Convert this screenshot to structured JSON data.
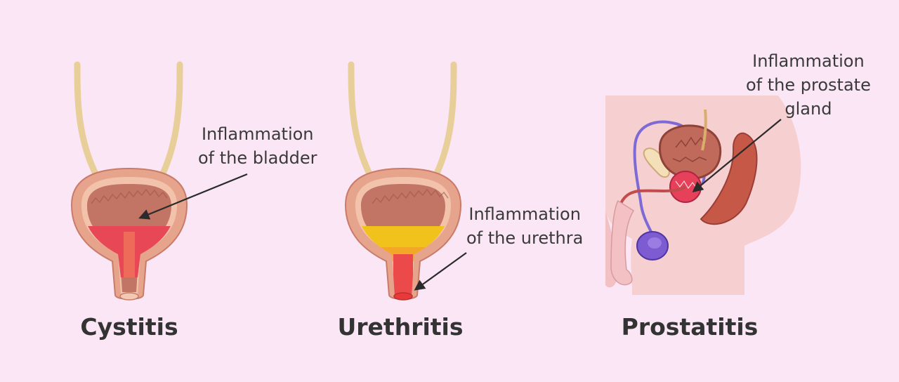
{
  "panels": [
    {
      "title": "Cystitis",
      "annotation": [
        "Inflammation",
        "of the bladder"
      ]
    },
    {
      "title": "Urethritis",
      "annotation": [
        "Inflammation",
        "of the urethra"
      ]
    },
    {
      "title": "Prostatitis",
      "annotation": [
        "Inflammation",
        "of the prostate",
        "gland"
      ]
    }
  ],
  "colors": {
    "background": "#fbe6f6",
    "bladder_wall": "#e8a08a",
    "bladder_inner": "#b86a5c",
    "inflammation_red": "#e83a4a",
    "inflammation_yellow": "#f1c21b",
    "ureter": "#e8cf9a",
    "body_skin": "#f6cfd0",
    "prostate": "#e23a56",
    "testis": "#7d5bd1"
  }
}
